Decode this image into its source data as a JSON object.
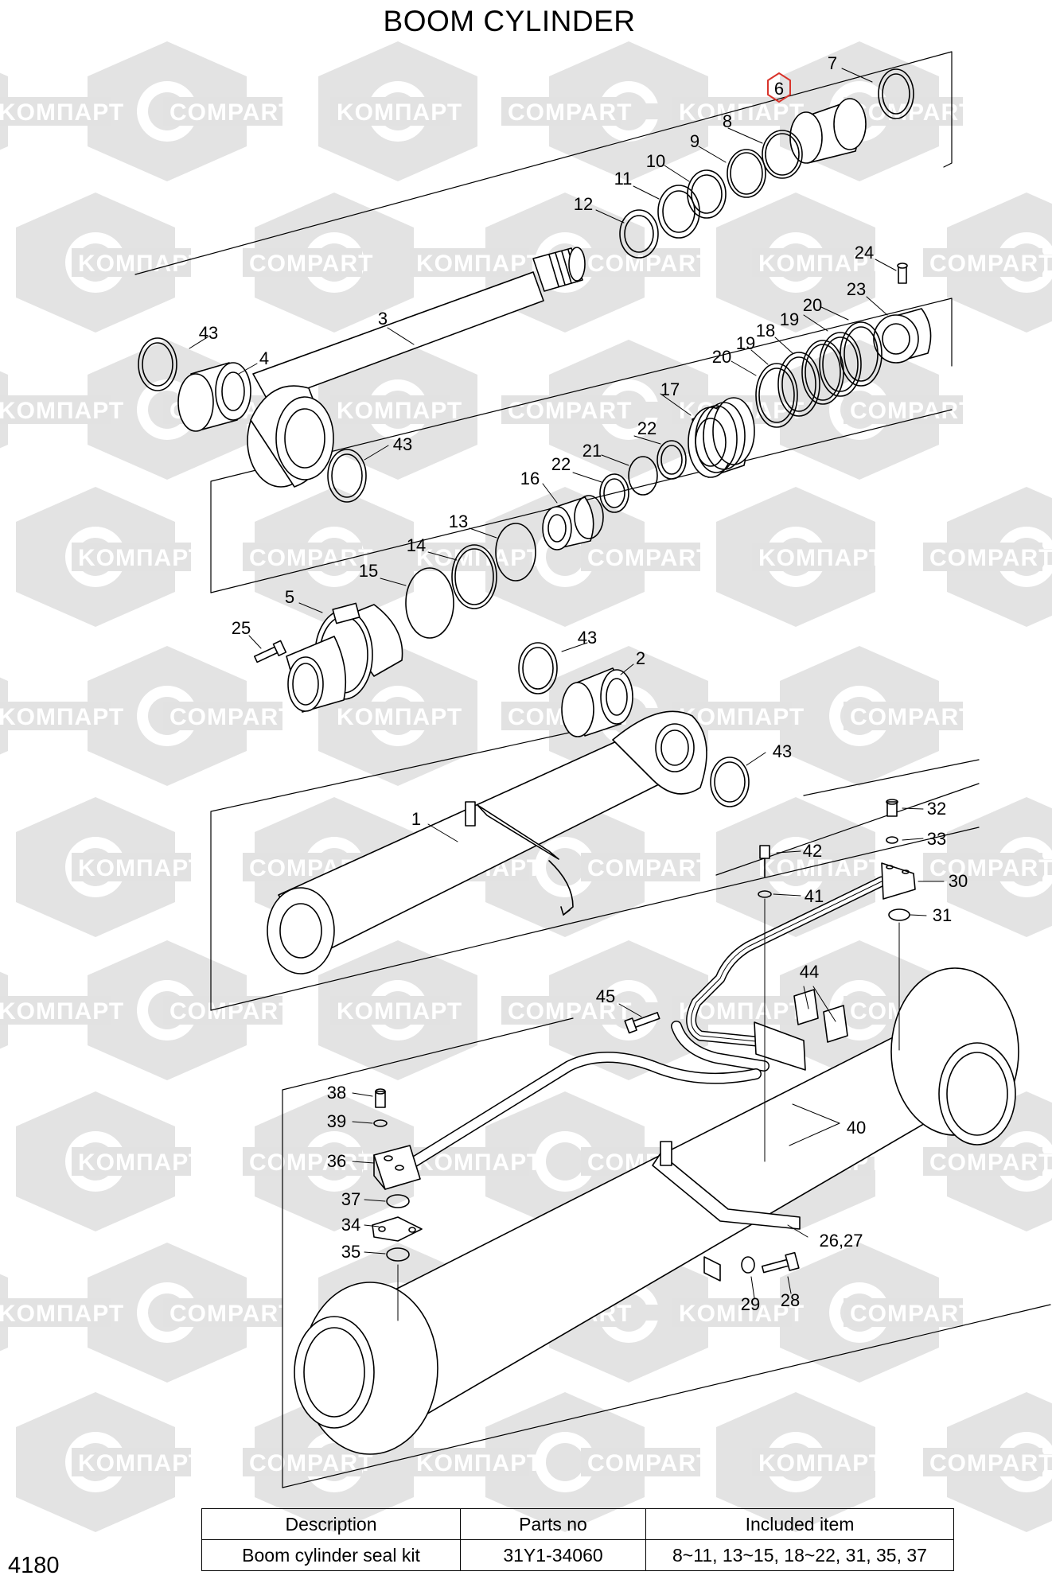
{
  "title": "BOOM CYLINDER",
  "watermark": {
    "brand_latin": "COMPART",
    "brand_cyrillic": "KOMПАРТ",
    "shape_color": "#e2e2e2"
  },
  "callouts": [
    {
      "id": "c6",
      "label": "6",
      "highlight": true
    },
    {
      "id": "c7",
      "label": "7"
    },
    {
      "id": "c8",
      "label": "8"
    },
    {
      "id": "c9",
      "label": "9"
    },
    {
      "id": "c10",
      "label": "10"
    },
    {
      "id": "c11",
      "label": "11"
    },
    {
      "id": "c12",
      "label": "12"
    },
    {
      "id": "c3",
      "label": "3"
    },
    {
      "id": "c43a",
      "label": "43"
    },
    {
      "id": "c4",
      "label": "4"
    },
    {
      "id": "c43b",
      "label": "43"
    },
    {
      "id": "c24",
      "label": "24"
    },
    {
      "id": "c23",
      "label": "23"
    },
    {
      "id": "c20a",
      "label": "20"
    },
    {
      "id": "c19a",
      "label": "19"
    },
    {
      "id": "c18",
      "label": "18"
    },
    {
      "id": "c19b",
      "label": "19"
    },
    {
      "id": "c20b",
      "label": "20"
    },
    {
      "id": "c17",
      "label": "17"
    },
    {
      "id": "c22a",
      "label": "22"
    },
    {
      "id": "c21",
      "label": "21"
    },
    {
      "id": "c22b",
      "label": "22"
    },
    {
      "id": "c16",
      "label": "16"
    },
    {
      "id": "c13",
      "label": "13"
    },
    {
      "id": "c14",
      "label": "14"
    },
    {
      "id": "c15",
      "label": "15"
    },
    {
      "id": "c5",
      "label": "5"
    },
    {
      "id": "c25",
      "label": "25"
    },
    {
      "id": "c43c",
      "label": "43"
    },
    {
      "id": "c2",
      "label": "2"
    },
    {
      "id": "c43d",
      "label": "43"
    },
    {
      "id": "c1",
      "label": "1"
    },
    {
      "id": "c32",
      "label": "32"
    },
    {
      "id": "c33",
      "label": "33"
    },
    {
      "id": "c42",
      "label": "42"
    },
    {
      "id": "c30",
      "label": "30"
    },
    {
      "id": "c41",
      "label": "41"
    },
    {
      "id": "c31",
      "label": "31"
    },
    {
      "id": "c44",
      "label": "44"
    },
    {
      "id": "c45",
      "label": "45"
    },
    {
      "id": "c38",
      "label": "38"
    },
    {
      "id": "c39",
      "label": "39"
    },
    {
      "id": "c40",
      "label": "40"
    },
    {
      "id": "c36",
      "label": "36"
    },
    {
      "id": "c37",
      "label": "37"
    },
    {
      "id": "c34",
      "label": "34"
    },
    {
      "id": "c35",
      "label": "35"
    },
    {
      "id": "c2627",
      "label": "26,27"
    },
    {
      "id": "c29",
      "label": "29"
    },
    {
      "id": "c28",
      "label": "28"
    }
  ],
  "seal_kit_table": {
    "headers": [
      "Description",
      "Parts no",
      "Included item"
    ],
    "rows": [
      [
        "Boom cylinder seal kit",
        "31Y1-34060",
        "8~11, 13~15, 18~22, 31, 35, 37"
      ]
    ]
  },
  "page_number": "4180"
}
